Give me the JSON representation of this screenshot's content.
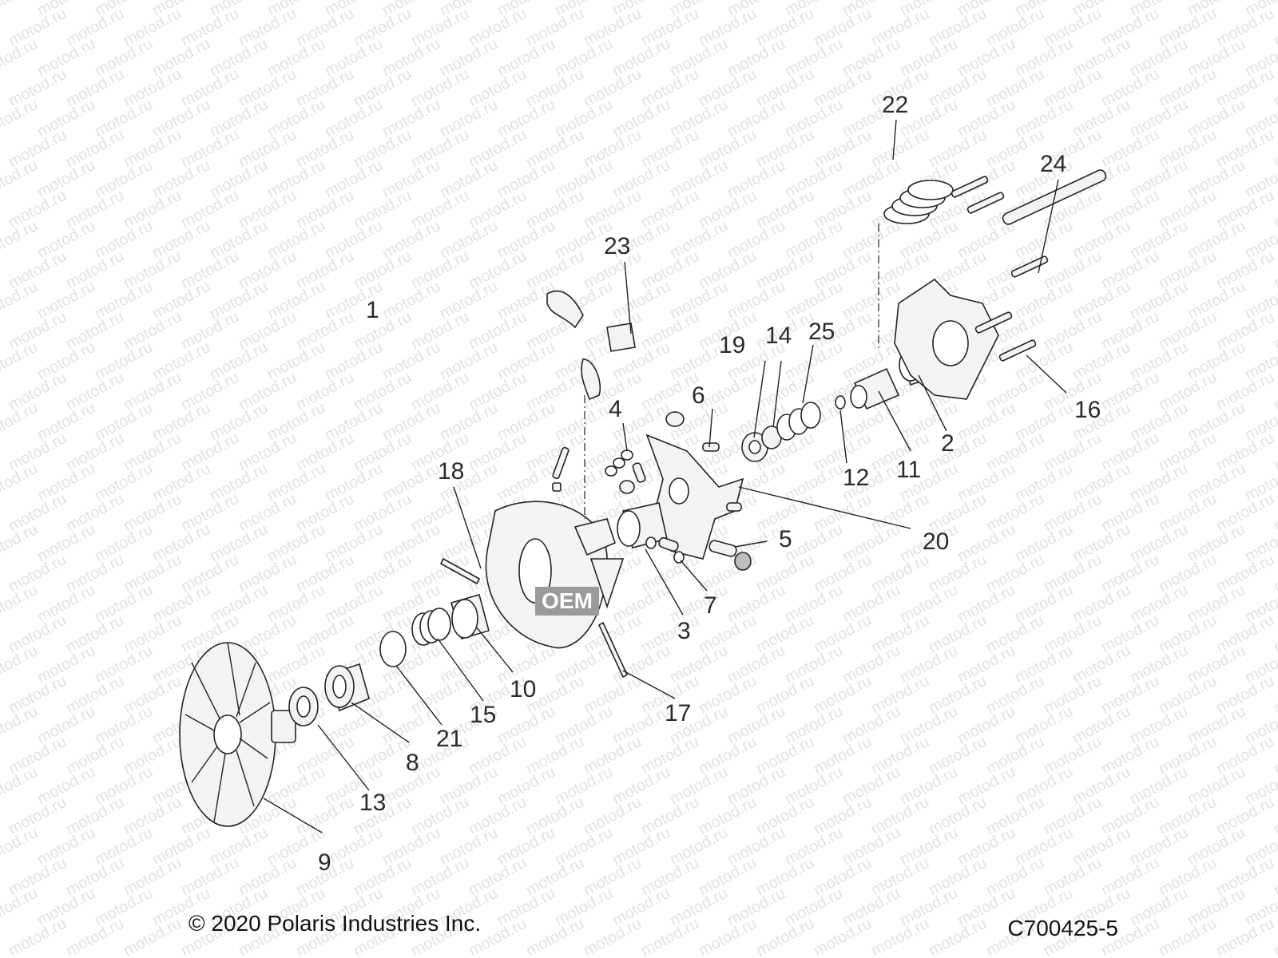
{
  "watermark": "motod.ru",
  "badge": "OEM",
  "callouts": [
    "1",
    "2",
    "3",
    "4",
    "5",
    "6",
    "7",
    "8",
    "9",
    "10",
    "11",
    "12",
    "13",
    "14",
    "15",
    "16",
    "17",
    "18",
    "19",
    "20",
    "21",
    "22",
    "23",
    "24",
    "25"
  ],
  "footer": {
    "copyright": "© 2020 Polaris Industries Inc.",
    "code": "C700425-5"
  }
}
